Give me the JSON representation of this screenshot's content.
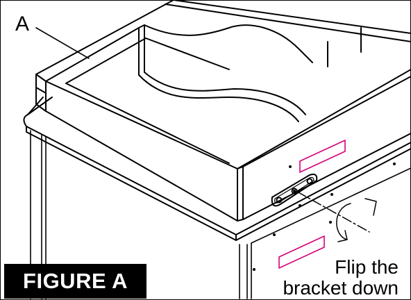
{
  "labels": {
    "part": "A",
    "figure": "FIGURE A",
    "instruction_line1": "Flip the",
    "instruction_line2": "bracket down"
  },
  "colors": {
    "line": "#000000",
    "highlight": "#d6007a",
    "badge_bg": "#000000",
    "badge_text": "#ffffff"
  }
}
